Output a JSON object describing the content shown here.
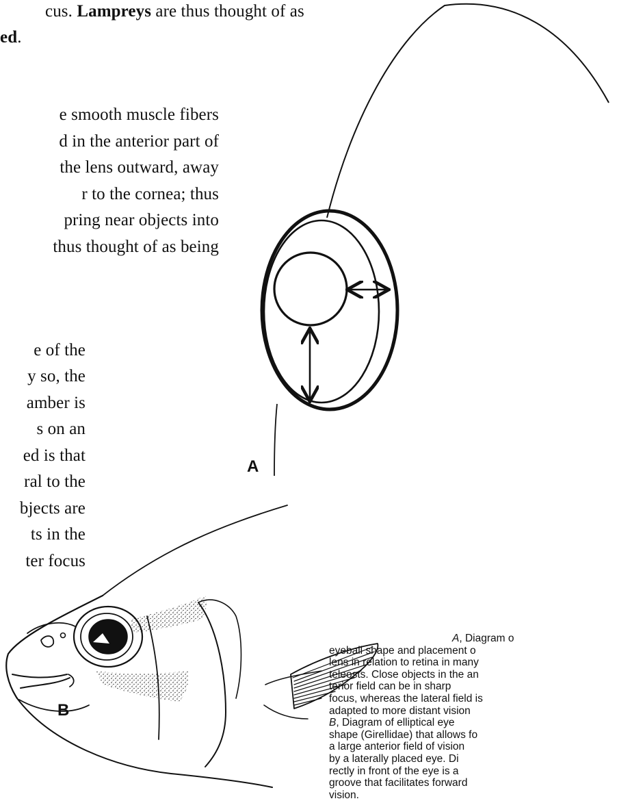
{
  "body_text": {
    "para1_line1_pre": "cus.",
    "para1_line1_bold": "Lampreys",
    "para1_line1_post": "are thus thought of as",
    "para1_line2_bold": "ed",
    "para1_line2_post": ".",
    "para2_lines": [
      "e smooth muscle fibers",
      "d in the anterior part of",
      "the lens outward, away",
      "r  to  the  cornea;  thus",
      "pring  near  objects  into",
      "thus thought of as being"
    ],
    "para3_lines": [
      "e  of  the",
      "y  so,  the",
      "amber  is",
      "s  on  an",
      "ed is that",
      "ral to the",
      "bjects are",
      "ts  in  the",
      "ter  focus"
    ]
  },
  "figure": {
    "panel_a_label": "A",
    "panel_b_label": "B"
  },
  "caption": {
    "lines": [
      "A, Diagram o",
      "eyeball shape and placement o",
      "lens in relation to retina in many",
      "teleosts. Close objects in the an",
      "terior  field  can  be  in  sharp",
      "focus, whereas the lateral field is",
      "adapted to more distant vision",
      "B,  Diagram  of  elliptical  eye",
      "shape (Girellidae) that allows fo",
      "a large anterior field of vision",
      "by  a  laterally  placed  eye.  Di",
      "rectly  in  front  of  the  eye  is  a",
      "groove  that  facilitates  forward",
      "vision."
    ]
  }
}
